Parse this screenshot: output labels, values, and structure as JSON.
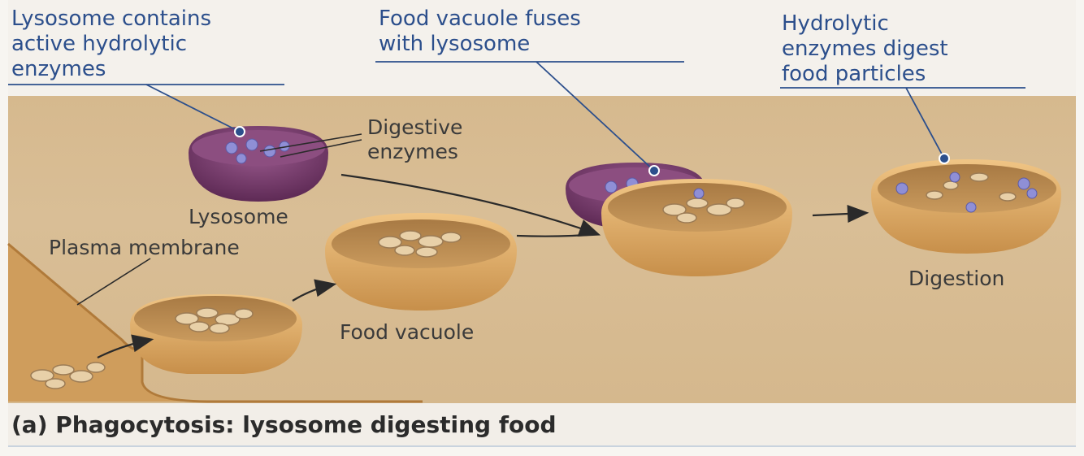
{
  "labels": {
    "callout_lysosome": "Lysosome contains\nactive hydrolytic\nenzymes",
    "callout_fuse": "Food vacuole fuses\nwith lysosome",
    "callout_hydrolytic": "Hydrolytic\nenzymes digest\nfood particles",
    "digestive_enzymes": "Digestive\nenzymes",
    "lysosome": "Lysosome",
    "plasma_membrane": "Plasma membrane",
    "food_vacuole": "Food vacuole",
    "digestion": "Digestion"
  },
  "caption": "(a) Phagocytosis: lysosome digesting food",
  "colors": {
    "callout_text": "#2c4f8c",
    "lysosome": "#7a3e6e",
    "vacuole": "#e2b26b",
    "background": "#d6b98e",
    "enzyme": "#6f6fc0"
  },
  "icons": [
    "lysosome-shape",
    "food-vacuole-shape",
    "food-particle-shape",
    "enzyme-dot",
    "arrow-icon"
  ]
}
